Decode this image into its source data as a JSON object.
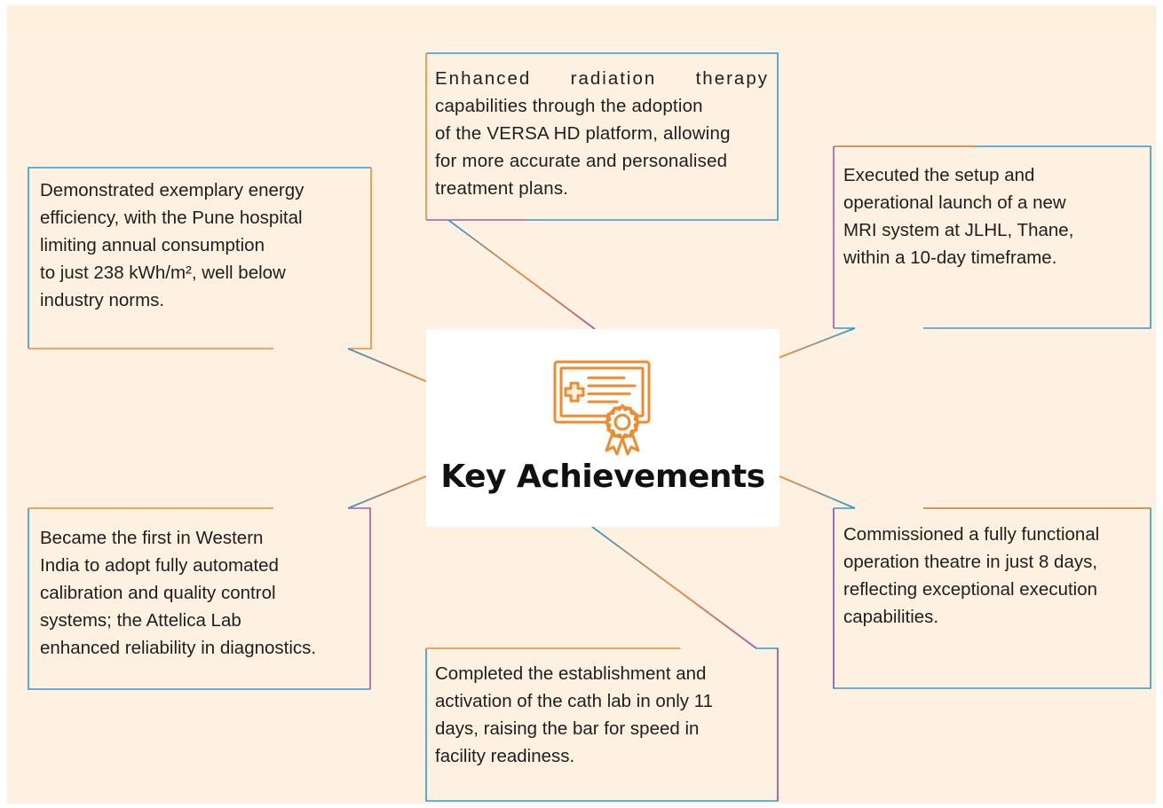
{
  "center": {
    "title": "Key Achievements",
    "icon": "certificate-badge-icon"
  },
  "colors": {
    "background": "#fff1e2",
    "orange": "#f08a2c",
    "blue": "#2e9ad6",
    "purple": "#a05ba6"
  },
  "achievements": [
    {
      "id": "radiation",
      "lines": [
        "Enhanced radiation therapy",
        "capabilities through the adoption",
        "of the VERSA HD platform, allowing",
        "for more accurate and personalised",
        "treatment plans."
      ]
    },
    {
      "id": "energy",
      "lines": [
        "Demonstrated exemplary energy",
        "efficiency, with the Pune hospital",
        "limiting annual consumption",
        "to just 238 kWh/m², well below",
        "industry norms."
      ]
    },
    {
      "id": "mri",
      "lines": [
        "Executed the setup and",
        "operational launch of a new",
        "MRI system at JLHL, Thane,",
        "within a 10-day timeframe."
      ]
    },
    {
      "id": "calibration",
      "lines": [
        "Became the first in Western",
        "India to adopt fully automated",
        "calibration and quality control",
        "systems; the Attelica Lab",
        "enhanced reliability in diagnostics."
      ]
    },
    {
      "id": "theatre",
      "lines": [
        "Commissioned a fully functional",
        "operation theatre in just 8 days,",
        "reflecting exceptional execution",
        "capabilities."
      ]
    },
    {
      "id": "cathlab",
      "lines": [
        "Completed the establishment and",
        "activation of the cath lab in only 11",
        "days, raising the bar for speed in",
        "facility readiness."
      ]
    }
  ]
}
